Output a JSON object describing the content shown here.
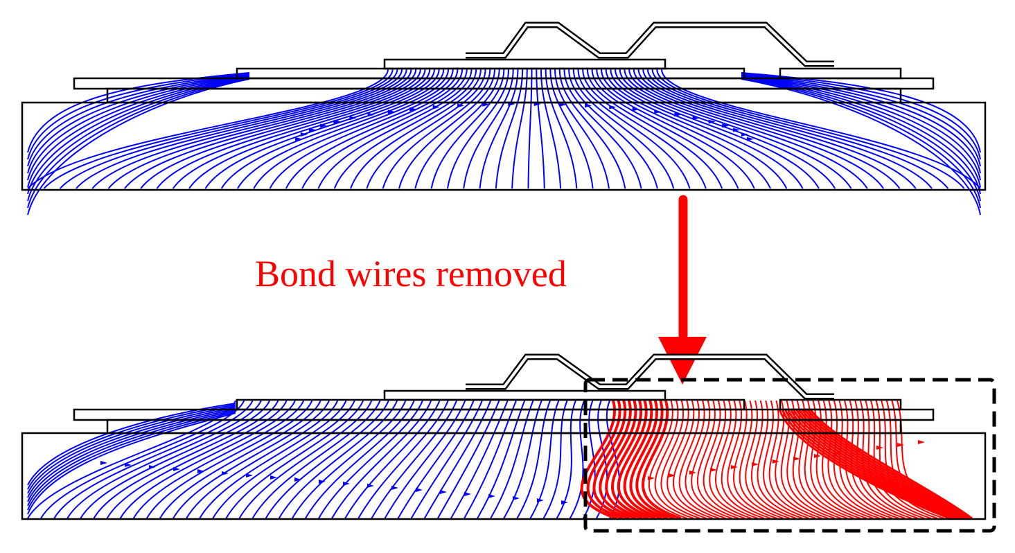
{
  "caption": "Bond wires removed",
  "colors": {
    "field_lines_default": "#0000ff",
    "field_lines_affected": "#ff0000",
    "arrow": "#ff0000",
    "caption": "#ff0000",
    "structure_outline": "#000000",
    "highlight_box": "#000000"
  },
  "icons": {
    "flow_arrow": "down-arrow",
    "highlight": "dashed-rectangle"
  }
}
